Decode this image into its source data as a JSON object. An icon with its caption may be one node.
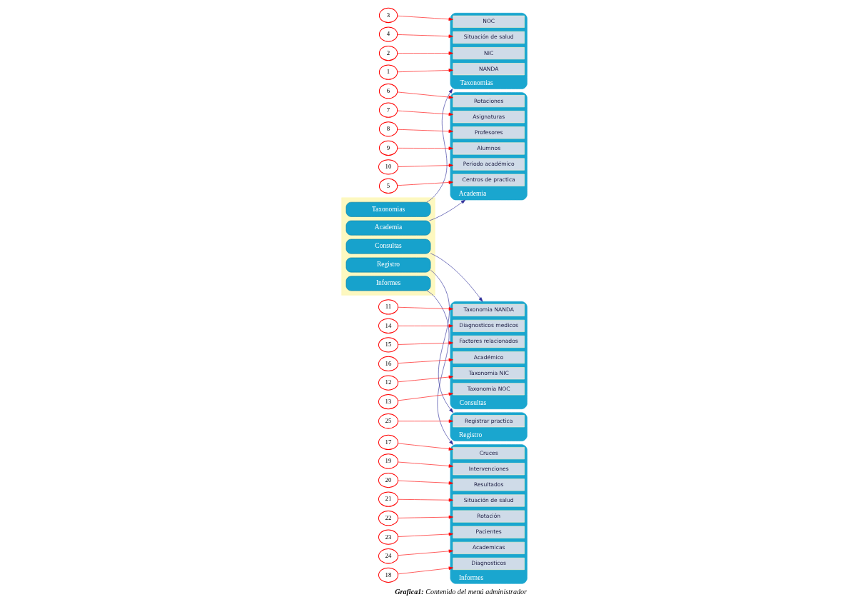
{
  "diagram": {
    "caption": "**Grafica1:** Contenido del menú administrador",
    "nodes": [
      {
        "text": [],
        "shape": "box"
      },
      {
        "text": [
          "Taxonomias"
        ],
        "in": 0
      },
      {
        "text": [
          "Academia"
        ],
        "in": 0
      },
      {
        "text": [
          "Consultas"
        ],
        "in": 0
      },
      {
        "text": [
          "Informes"
        ],
        "in": 0
      },
      {
        "text": [
          "Registro"
        ],
        "in": 0
      },
      {
        "text": [
          "Consultas"
        ]
      },
      {
        "text": [
          "Taxonomia NANDA"
        ],
        "in": 6
      },
      {
        "text": [
          "Taxonomia NIC"
        ],
        "in": 6
      },
      {
        "text": [
          "Taxonomia NOC"
        ],
        "in": 6
      },
      {
        "text": [
          "Diagnosticos medicos"
        ],
        "in": 6
      },
      {
        "text": [
          "Factores relacionados"
        ],
        "in": 6
      },
      {
        "text": [
          "Académico"
        ],
        "in": 6
      },
      {
        "text": [
          "Taxonomias"
        ]
      },
      {
        "text": [
          "NANDA"
        ],
        "in": 13
      },
      {
        "text": [
          "NIC"
        ],
        "in": 13
      },
      {
        "text": [
          "NOC"
        ],
        "in": 13
      },
      {
        "text": [
          "Situación de salud"
        ],
        "in": 13
      },
      {
        "text": [
          "Academia"
        ]
      },
      {
        "text": [
          "Centros de practica"
        ],
        "in": 18
      },
      {
        "text": [
          "Rotaciones"
        ],
        "in": 18
      },
      {
        "text": [
          "Asignaturas"
        ],
        "in": 18
      },
      {
        "text": [
          "Profesores"
        ],
        "in": 18
      },
      {
        "text": [
          "Alumnos"
        ],
        "in": 18
      },
      {
        "text": [
          "Periodo académico"
        ],
        "in": 18
      },
      {
        "text": [
          "Informes"
        ]
      },
      {
        "text": [
          "Cruces"
        ],
        "in": 25
      },
      {
        "text": [
          "Diagnosticos"
        ],
        "in": 25
      },
      {
        "text": [
          "Intervenciones"
        ],
        "in": 25
      },
      {
        "text": [
          "Resultados"
        ],
        "in": 25
      },
      {
        "text": [
          "Situación de salud"
        ],
        "in": 25
      },
      {
        "text": [
          "Rotación"
        ],
        "in": 25
      },
      {
        "text": [
          "Pacientes"
        ],
        "in": 25
      },
      {
        "text": [
          "Academicas"
        ],
        "in": 25
      },
      {
        "text": [
          "Registro"
        ]
      },
      {
        "text": [
          "Registrar practica"
        ],
        "in": 34
      },
      {
        "text": [
          "1"
        ]
      },
      {
        "text": [
          "2"
        ]
      },
      {
        "text": [
          "3"
        ]
      },
      {
        "text": [
          "4"
        ]
      },
      {
        "text": [
          "5"
        ]
      },
      {
        "text": [
          "6"
        ]
      },
      {
        "text": [
          "7"
        ]
      },
      {
        "text": [
          "8"
        ]
      },
      {
        "text": [
          "9"
        ]
      },
      {
        "text": [
          "10"
        ]
      },
      {
        "text": [
          "11"
        ]
      },
      {
        "text": [
          "12"
        ]
      },
      {
        "text": [
          "13"
        ]
      },
      {
        "text": [
          "14"
        ]
      },
      {
        "text": [
          "15"
        ]
      },
      {
        "text": [
          "16"
        ]
      },
      {
        "text": [
          "17"
        ]
      },
      {
        "text": [
          "18"
        ]
      },
      {
        "text": [
          "19"
        ]
      },
      {
        "text": [
          "20"
        ]
      },
      {
        "text": [
          "21"
        ]
      },
      {
        "text": [
          "22"
        ]
      },
      {
        "text": [
          "23"
        ]
      },
      {
        "text": [
          "24"
        ]
      },
      {
        "text": [
          "25"
        ]
      }
    ],
    "edges": [
      {
        "from": 1,
        "to": 13,
        "arrow": "to",
        "color": "#2e2e9a"
      },
      {
        "from": 2,
        "to": 18,
        "arrow": "to",
        "color": "#2e2e9a"
      },
      {
        "from": 3,
        "to": 6,
        "arrow": "to",
        "color": "#2e2e9a"
      },
      {
        "from": 4,
        "to": 25,
        "arrow": "to",
        "color": "#2e2e9a"
      },
      {
        "from": 5,
        "to": 34,
        "arrow": "to",
        "color": "#2e2e9a"
      },
      {
        "from": 36,
        "to": 14,
        "arrow": "to"
      },
      {
        "from": 37,
        "to": 15,
        "arrow": "to"
      },
      {
        "from": 38,
        "to": 16,
        "arrow": "to"
      },
      {
        "from": 39,
        "to": 17,
        "arrow": "to"
      },
      {
        "from": 40,
        "to": 19,
        "arrow": "to"
      },
      {
        "from": 41,
        "to": 20,
        "arrow": "to"
      },
      {
        "from": 42,
        "to": 21,
        "arrow": "to"
      },
      {
        "from": 43,
        "to": 22,
        "arrow": "to"
      },
      {
        "from": 44,
        "to": 23,
        "arrow": "to"
      },
      {
        "from": 45,
        "to": 24,
        "arrow": "to"
      },
      {
        "from": 46,
        "to": 7,
        "arrow": "to"
      },
      {
        "from": 47,
        "to": 8,
        "arrow": "to"
      },
      {
        "from": 48,
        "to": 9,
        "arrow": "to"
      },
      {
        "from": 49,
        "to": 10,
        "arrow": "to"
      },
      {
        "from": 50,
        "to": 11,
        "arrow": "to"
      },
      {
        "from": 51,
        "to": 12,
        "arrow": "to"
      },
      {
        "from": 52,
        "to": 26,
        "arrow": "to"
      },
      {
        "from": 53,
        "to": 27,
        "arrow": "to"
      },
      {
        "from": 54,
        "to": 28,
        "arrow": "to"
      },
      {
        "from": 55,
        "to": 29,
        "arrow": "to"
      },
      {
        "from": 56,
        "to": 30,
        "arrow": "to"
      },
      {
        "from": 57,
        "to": 31,
        "arrow": "to"
      },
      {
        "from": 58,
        "to": 32,
        "arrow": "to"
      },
      {
        "from": 59,
        "to": 33,
        "arrow": "to"
      },
      {
        "from": 60,
        "to": 35,
        "arrow": "to"
      }
    ]
  }
}
